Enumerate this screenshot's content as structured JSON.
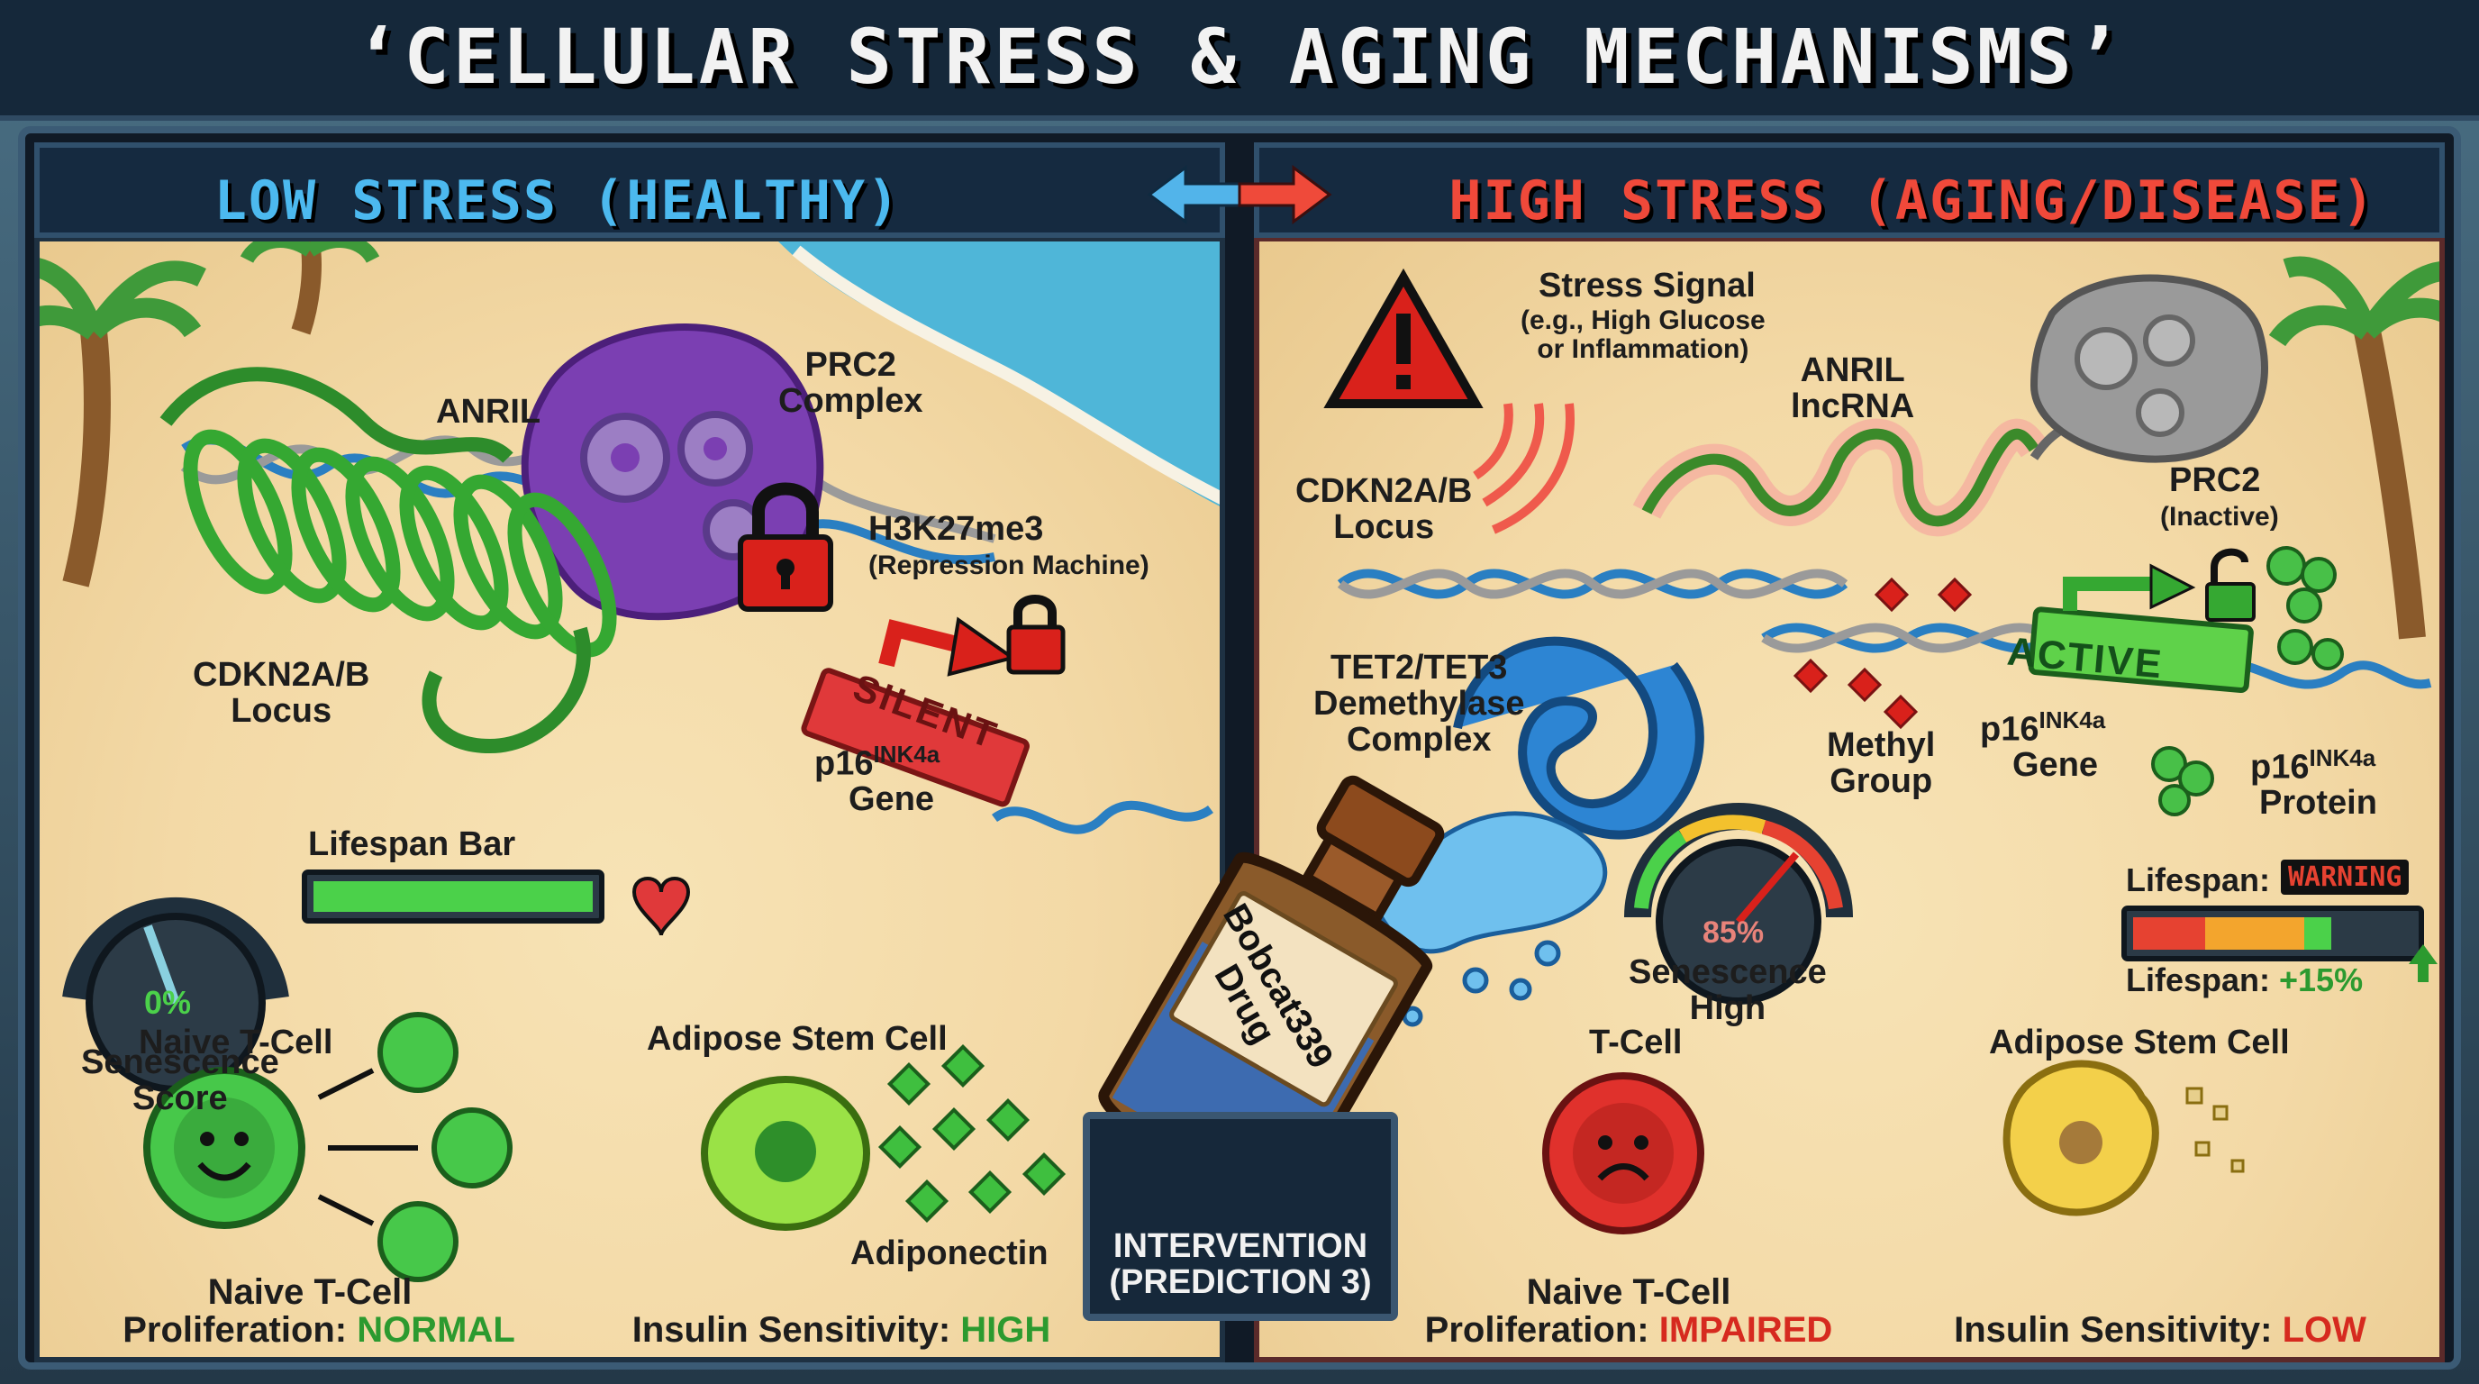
{
  "title": "‘CELLULAR STRESS & AGING MECHANISMS’",
  "left": {
    "heading": "LOW STRESS (HEALTHY)",
    "anril": "ANRIL",
    "prc2": "PRC2\nComplex",
    "h3k27": "H3K27me3",
    "repression": "(Repression Machine)",
    "locus": "CDKN2A/B\nLocus",
    "silent": "SILENT",
    "p16_gene_main": "p16",
    "p16_gene_sup": "INK4a",
    "p16_gene_line2": "Gene",
    "senescence_value": "0%",
    "senescence_label": "Senescence\nScore",
    "lifespan_label": "Lifespan Bar",
    "lifespan_fill": 1.0,
    "tcell_label": "Naive T-Cell",
    "tcell_bottom_label": "Naive T-Cell",
    "prolif_label": "Proliferation: ",
    "prolif_value": "NORMAL",
    "adipose_label": "Adipose Stem Cell",
    "adiponectin": "Adiponectin",
    "insulin_label": "Insulin Sensitivity: ",
    "insulin_value": "HIGH"
  },
  "right": {
    "heading": "HIGH STRESS (AGING/DISEASE)",
    "stress_title": "Stress Signal",
    "stress_sub": "(e.g., High Glucose\nor Inflammation)",
    "anril": "ANRIL\nlncRNA",
    "prc2": "PRC2",
    "prc2_sub": "(Inactive)",
    "locus": "CDKN2A/B\nLocus",
    "tet": "TET2/TET3\nDemethylase\nComplex",
    "methyl": "Methyl\nGroup",
    "active": "ACTIVE",
    "p16_gene_main": "p16",
    "p16_gene_sup": "INK4a",
    "p16_gene_line2": "Gene",
    "p16_protein_main": "p16",
    "p16_protein_sup": "INK4a",
    "p16_protein_line2": "Protein",
    "senescence_value": "85%",
    "senescence_label": "Senescence\nHigh",
    "lifespan_label": "Lifespan:",
    "warning": "WARNING",
    "lifespan2_label": "Lifespan: ",
    "lifespan2_value": "+15%",
    "tcell_label": "T-Cell",
    "tcell_bottom_label": "Naive T-Cell",
    "prolif_label": "Proliferation: ",
    "prolif_value": "IMPAIRED",
    "adipose_label": "Adipose Stem Cell",
    "insulin_label": "Insulin Sensitivity: ",
    "insulin_value": "LOW"
  },
  "drug": {
    "name": "Bobcat339\nDrug",
    "intervention": "INTERVENTION",
    "prediction": "(PREDICTION 3)"
  },
  "colors": {
    "healthy": "#2f8fd8",
    "disease": "#e2352a",
    "green": "#2c9a2f",
    "prc2_active": "#7b3fb2",
    "prc2_inactive": "#9a9a9a"
  }
}
